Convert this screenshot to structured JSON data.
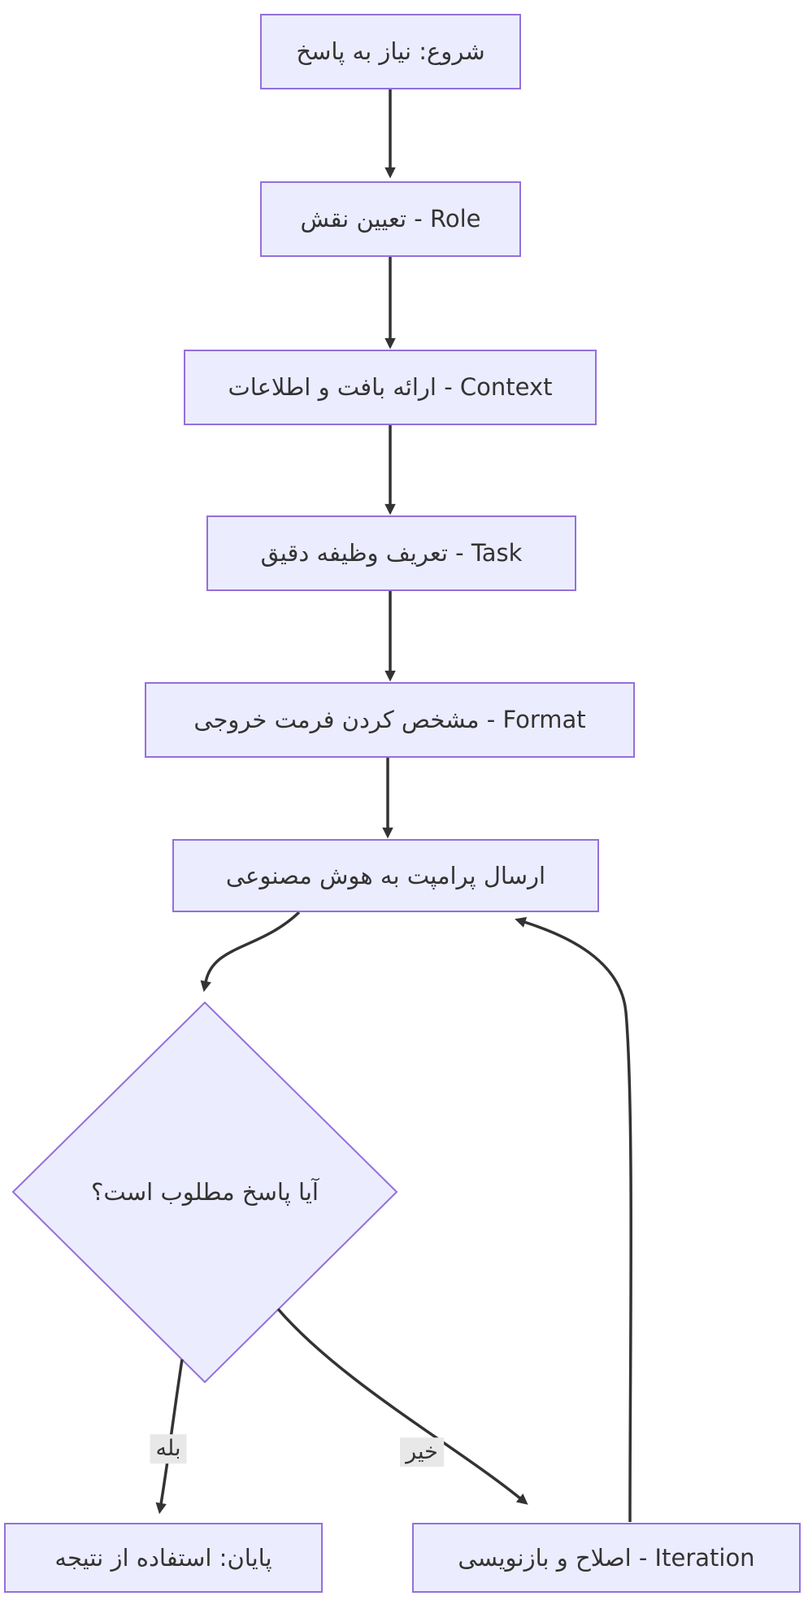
{
  "diagram": {
    "title": "prompt-engineering-flowchart",
    "colors": {
      "background": "#ffffff",
      "node_fill": "#ECECFF",
      "node_border": "#9370DB",
      "arrow": "#333333",
      "edge_label_bg": "#e8e8e8",
      "text": "#333333"
    },
    "nodes": {
      "start": {
        "label": "شروع: نیاز به پاسخ"
      },
      "role": {
        "label": "تعیین نقش - Role"
      },
      "context": {
        "label": "ارائه بافت و اطلاعات - Context"
      },
      "task": {
        "label": "تعریف وظیفه دقیق - Task"
      },
      "format": {
        "label": "مشخص کردن فرمت خروجی - Format"
      },
      "send": {
        "label": "ارسال پرامپت به هوش مصنوعی"
      },
      "decision": {
        "label": "آیا پاسخ مطلوب است؟"
      },
      "end": {
        "label": "پایان: استفاده از نتیجه"
      },
      "iteration": {
        "label": "اصلاح و بازنویسی - Iteration"
      }
    },
    "edge_labels": {
      "yes": "بله",
      "no": "خیر"
    }
  }
}
